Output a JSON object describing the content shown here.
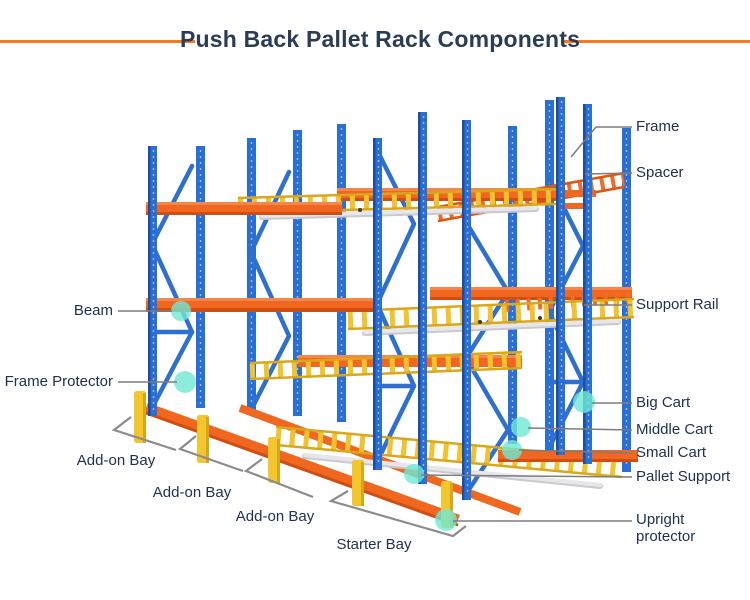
{
  "title": {
    "text": "Push Back Pallet Rack Components"
  },
  "colors": {
    "accent_orange": "#f47b20",
    "rack_blue": "#2a6fd6",
    "rack_orange": "#f2671f",
    "rack_yellow": "#f4c62e",
    "highlight_cyan": "#6fe9d5",
    "leader_gray": "#7d7d7d",
    "label_navy": "#20324f"
  },
  "annotations": {
    "right": [
      {
        "label": "Frame"
      },
      {
        "label": "Spacer"
      },
      {
        "label": "Support Rail"
      },
      {
        "label": "Big Cart"
      },
      {
        "label": "Middle Cart"
      },
      {
        "label": "Small Cart"
      },
      {
        "label": "Pallet Support"
      },
      {
        "label": "Upright protector"
      }
    ],
    "left": [
      {
        "label": "Beam"
      },
      {
        "label": "Frame Protector"
      }
    ],
    "bays": [
      {
        "label": "Add-on Bay"
      },
      {
        "label": "Add-on Bay"
      },
      {
        "label": "Add-on Bay"
      },
      {
        "label": "Starter Bay"
      }
    ]
  }
}
